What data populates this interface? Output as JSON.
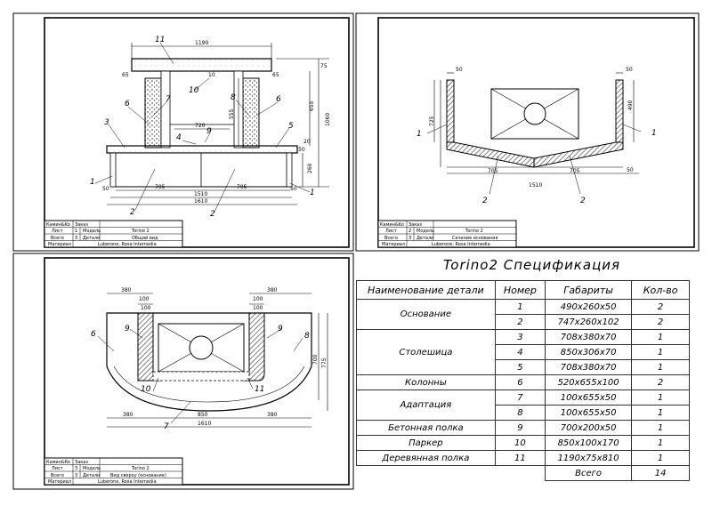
{
  "front_view": {
    "dims": [
      "1190",
      "65",
      "65",
      "75",
      "10",
      "720",
      "555",
      "655",
      "1060",
      "20",
      "50",
      "260",
      "705",
      "705",
      "1510",
      "1610",
      "50",
      "50"
    ],
    "labels": [
      "11",
      "10",
      "6",
      "7",
      "8",
      "6",
      "3",
      "4",
      "9",
      "5",
      "1",
      "1",
      "2",
      "2"
    ],
    "title_block": {
      "r1": [
        "Камин&Ko",
        "Заказ"
      ],
      "r2": [
        "Лист",
        "1",
        "Модель",
        "Torino 2"
      ],
      "r3": [
        "Всего",
        "3",
        "Детали",
        "Общий вид"
      ],
      "r4": [
        "Материал",
        "Luberone, Rosa Internedia"
      ]
    }
  },
  "base_view": {
    "dims": [
      "50",
      "50",
      "725",
      "490",
      "705",
      "705",
      "1510",
      "50"
    ],
    "labels": [
      "1",
      "1",
      "2",
      "2"
    ],
    "title_block": {
      "r1": [
        "Камин&Ko",
        "Заказ"
      ],
      "r2": [
        "Лист",
        "2",
        "Модель",
        "Torino 2"
      ],
      "r3": [
        "Всего",
        "3",
        "Детали",
        "Сечение основания"
      ],
      "r4": [
        "Материал",
        "Luberone, Rosa Internedia"
      ]
    }
  },
  "top_view": {
    "dims": [
      "380",
      "100",
      "100",
      "380",
      "100",
      "100",
      "700",
      "775",
      "380",
      "850",
      "380",
      "1610"
    ],
    "labels": [
      "6",
      "9",
      "9",
      "8",
      "10",
      "11",
      "7"
    ],
    "title_block": {
      "r1": [
        "Камин&Ko",
        "Заказ"
      ],
      "r2": [
        "Лист",
        "3",
        "Модель",
        "Torino 2"
      ],
      "r3": [
        "Всего",
        "3",
        "Детали",
        "Вид сверху (основание)"
      ],
      "r4": [
        "Материал",
        "Luberone, Rosa Internedia"
      ]
    }
  },
  "spec": {
    "title": "Torino2 Спецификация",
    "headers": [
      "Наименование детали",
      "Номер",
      "Габариты",
      "Кол-во"
    ],
    "rows": [
      {
        "name": "Основание",
        "span": 2,
        "num": "1",
        "size": "490x260x50",
        "qty": "2"
      },
      {
        "name": "",
        "span": 0,
        "num": "2",
        "size": "747x260x102",
        "qty": "2"
      },
      {
        "name": "Столешица",
        "span": 3,
        "num": "3",
        "size": "708x380x70",
        "qty": "1"
      },
      {
        "name": "",
        "span": 0,
        "num": "4",
        "size": "850x306x70",
        "qty": "1"
      },
      {
        "name": "",
        "span": 0,
        "num": "5",
        "size": "708x380x70",
        "qty": "1"
      },
      {
        "name": "Колонны",
        "span": 1,
        "num": "6",
        "size": "520x655x100",
        "qty": "2"
      },
      {
        "name": "Адаптация",
        "span": 2,
        "num": "7",
        "size": "100x655x50",
        "qty": "1"
      },
      {
        "name": "",
        "span": 0,
        "num": "8",
        "size": "100x655x50",
        "qty": "1"
      },
      {
        "name": "Бетонная полка",
        "span": 1,
        "num": "9",
        "size": "700x200x50",
        "qty": "1"
      },
      {
        "name": "Паркер",
        "span": 1,
        "num": "10",
        "size": "850x100x170",
        "qty": "1"
      },
      {
        "name": "Деревянная полка",
        "span": 1,
        "num": "11",
        "size": "1190x75x810",
        "qty": "1"
      }
    ],
    "total_label": "Всего",
    "total_value": "14"
  }
}
